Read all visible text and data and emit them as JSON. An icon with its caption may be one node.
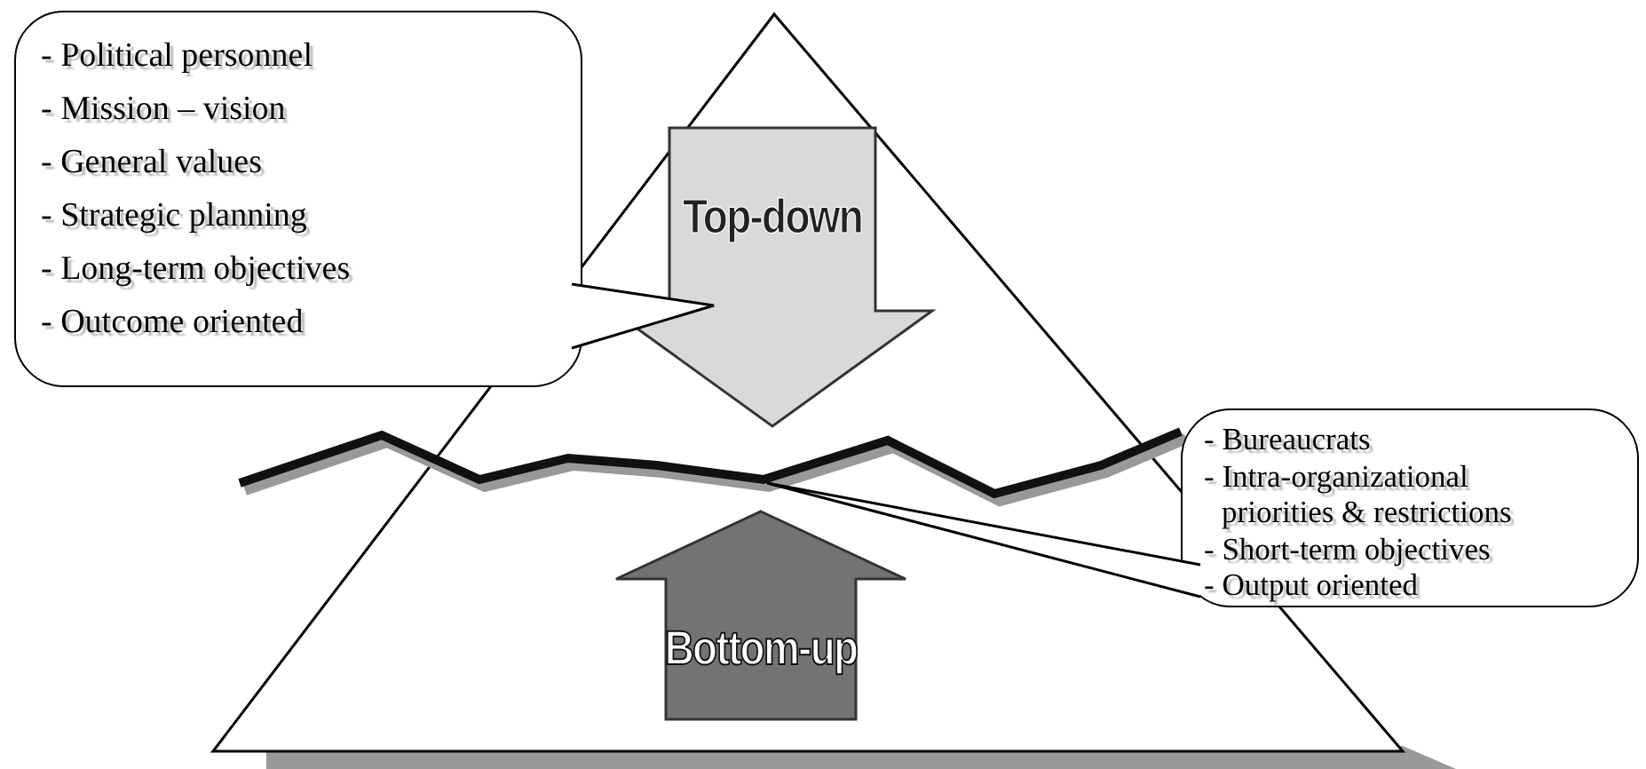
{
  "diagram": {
    "nodes": [
      {
        "text": [
          "- Political personnel",
          "- Mission – vision",
          "- General values",
          "- Strategic planning",
          "- Long-term objectives",
          "- Outcome oriented"
        ]
      },
      {
        "text": [
          "Top-down"
        ]
      },
      {
        "text": [
          "Bottom-up"
        ]
      },
      {
        "text": [
          "- Bureaucrats",
          "- Intra-organizational priorities & restrictions",
          "- Short-term objectives",
          "- Output oriented"
        ]
      }
    ]
  }
}
